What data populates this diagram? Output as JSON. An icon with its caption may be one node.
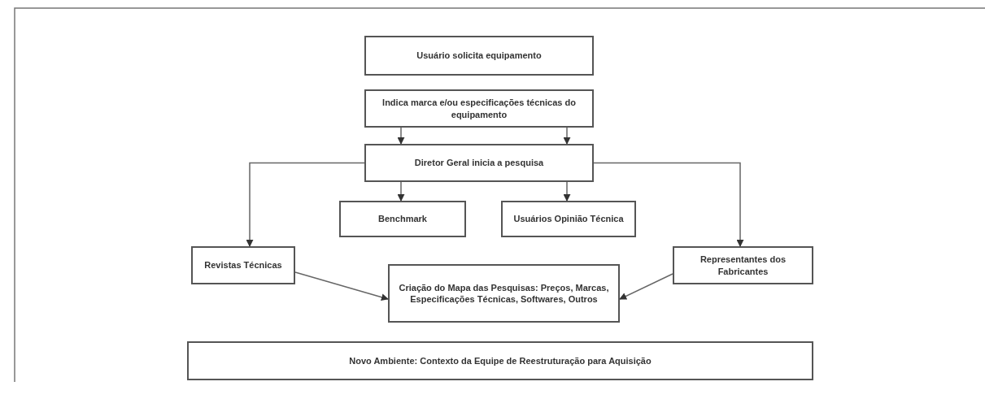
{
  "diagram": {
    "nodes": [
      {
        "text": [
          "Usuário solicita equipamento"
        ]
      },
      {
        "text": [
          "Indica marca e/ou especificações técnicas do equipamento"
        ]
      },
      {
        "text": [
          "Diretor Geral inicia a pesquisa"
        ]
      },
      {
        "text": [
          "Benchmark"
        ]
      },
      {
        "text": [
          "Usuários Opinião Técnica"
        ]
      },
      {
        "text": [
          "Revistas Técnicas"
        ]
      },
      {
        "text": [
          "Representantes dos Fabricantes"
        ]
      },
      {
        "text": [
          "Criação do Mapa das Pesquisas: Preços, Marcas, Especificações Técnicas, Softwares, Outros"
        ]
      },
      {
        "text": [
          "Novo Ambiente: Contexto da Equipe de Reestruturação para Aquisição"
        ]
      }
    ],
    "edges": [
      {
        "from": 1,
        "to": 2,
        "arrow": "to"
      },
      {
        "from": 1,
        "to": 2,
        "arrow": "to"
      },
      {
        "from": 2,
        "to": 3,
        "arrow": "to"
      },
      {
        "from": 2,
        "to": 4,
        "arrow": "to"
      },
      {
        "from": 2,
        "to": 5,
        "arrow": "to"
      },
      {
        "from": 2,
        "to": 6,
        "arrow": "to"
      },
      {
        "from": 5,
        "to": 7,
        "arrow": "to"
      },
      {
        "from": 6,
        "to": 7,
        "arrow": "to"
      }
    ]
  }
}
